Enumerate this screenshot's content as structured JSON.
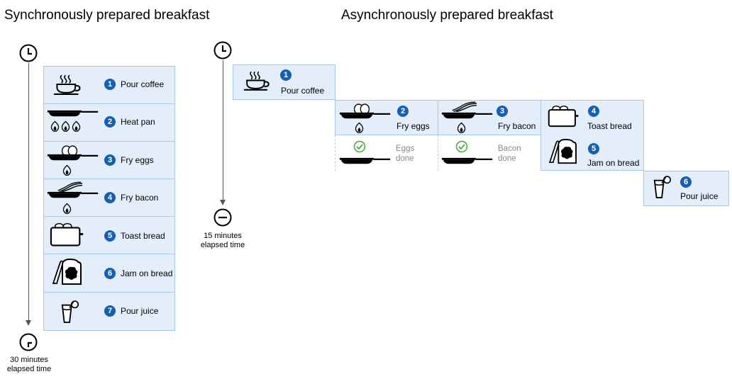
{
  "sync": {
    "title": "Synchronously prepared breakfast",
    "end_minutes": "30 minutes",
    "end_elapsed": "elapsed time",
    "steps": [
      {
        "num": "1",
        "label": "Pour coffee",
        "icon": "coffee-cup-icon"
      },
      {
        "num": "2",
        "label": "Heat pan",
        "icon": "heat-pan-icon"
      },
      {
        "num": "3",
        "label": "Fry eggs",
        "icon": "fry-eggs-icon"
      },
      {
        "num": "4",
        "label": "Fry bacon",
        "icon": "fry-bacon-icon"
      },
      {
        "num": "5",
        "label": "Toast bread",
        "icon": "toaster-icon"
      },
      {
        "num": "6",
        "label": "Jam on bread",
        "icon": "jam-bread-icon"
      },
      {
        "num": "7",
        "label": "Pour juice",
        "icon": "juice-glass-icon"
      }
    ]
  },
  "async": {
    "title": "Asynchronously prepared breakfast",
    "end_minutes": "15 minutes",
    "end_elapsed": "elapsed time",
    "steps": [
      {
        "num": "1",
        "label": "Pour coffee",
        "icon": "coffee-cup-icon"
      },
      {
        "num": "2",
        "label": "Fry eggs",
        "icon": "fry-eggs-icon"
      },
      {
        "num": "3",
        "label": "Fry bacon",
        "icon": "fry-bacon-icon"
      },
      {
        "num": "4",
        "label": "Toast bread",
        "icon": "toaster-icon"
      },
      {
        "num": "5",
        "label": "Jam on bread",
        "icon": "jam-bread-icon"
      },
      {
        "num": "6",
        "label": "Pour juice",
        "icon": "juice-glass-icon"
      }
    ],
    "done": [
      {
        "line1": "Eggs",
        "line2": "done",
        "icon": "check-pan-icon"
      },
      {
        "line1": "Bacon",
        "line2": "done",
        "icon": "check-pan-icon"
      }
    ]
  },
  "colors": {
    "badge": "#1560b0",
    "box_fill": "#e3eefa",
    "box_border": "#a9c7e8",
    "check": "#3aa23a"
  }
}
